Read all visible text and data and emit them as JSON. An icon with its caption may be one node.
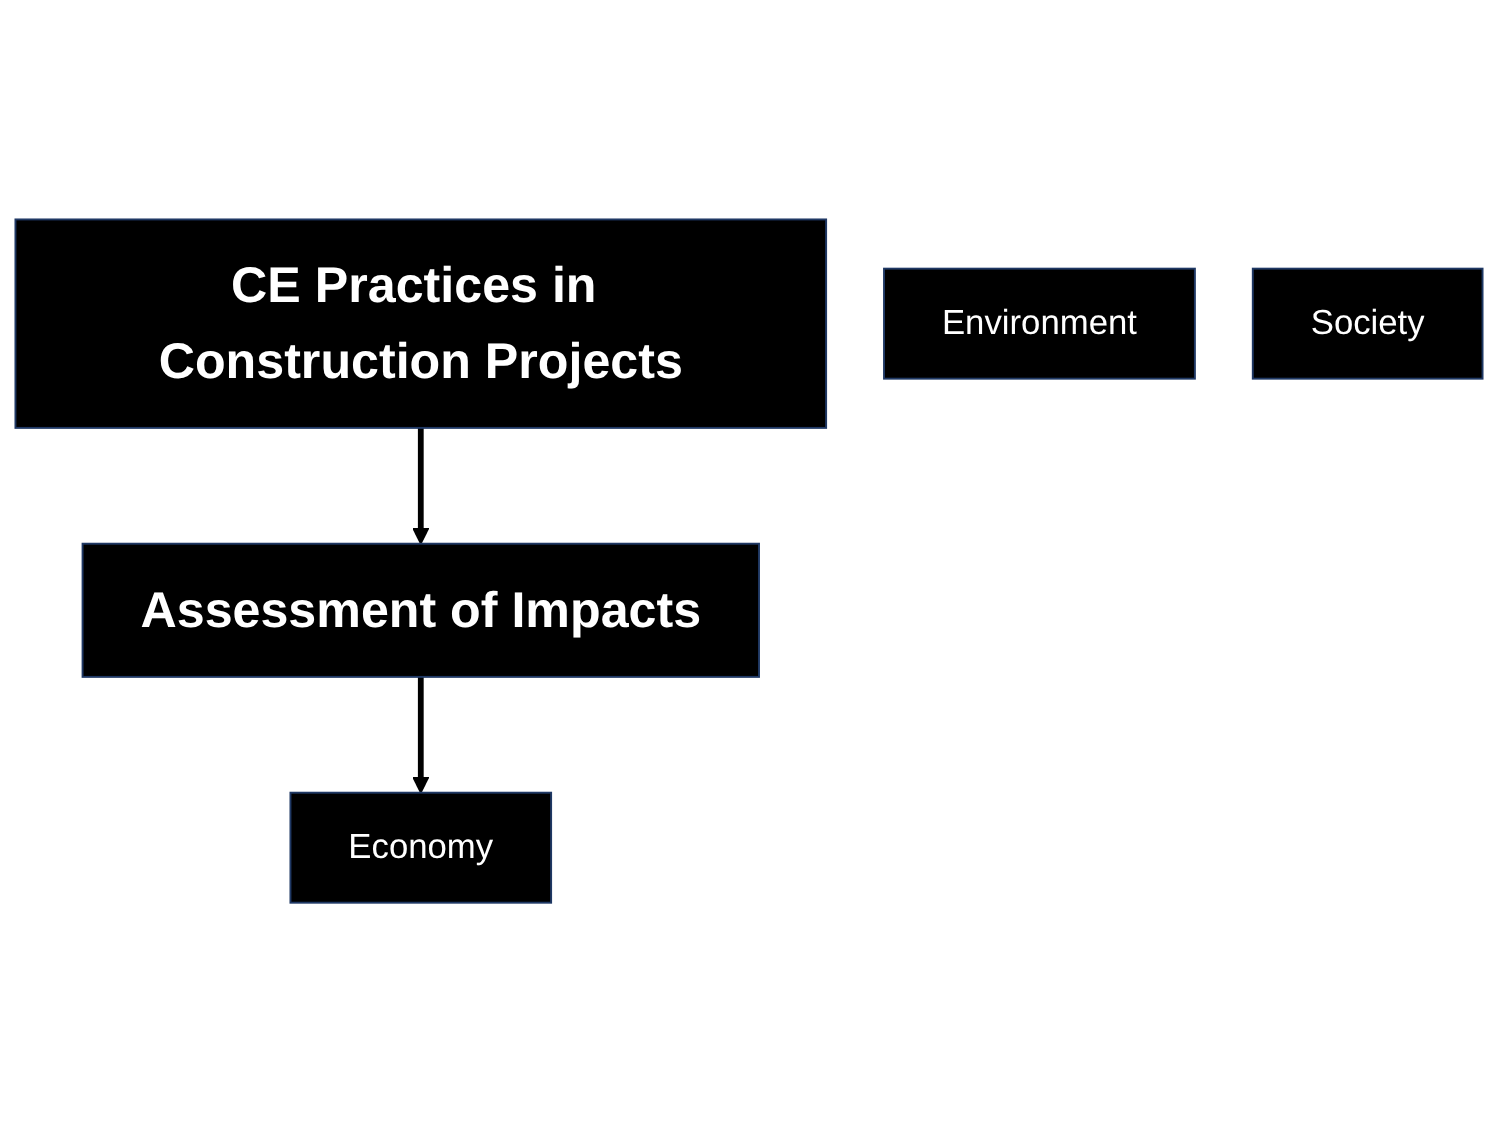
{
  "diagram": {
    "nodes": [
      {
        "text": [
          "CE Practices in Construction Projects"
        ]
      },
      {
        "text": [
          "Assessment of Impacts"
        ]
      },
      {
        "text": [
          "Environment"
        ]
      },
      {
        "text": [
          "Economy"
        ]
      },
      {
        "text": [
          "Society"
        ]
      }
    ],
    "edges": [
      {
        "from": 0,
        "to": 1,
        "arrow": "to"
      },
      {
        "from": 1,
        "to": 3,
        "arrow": "to"
      }
    ]
  }
}
